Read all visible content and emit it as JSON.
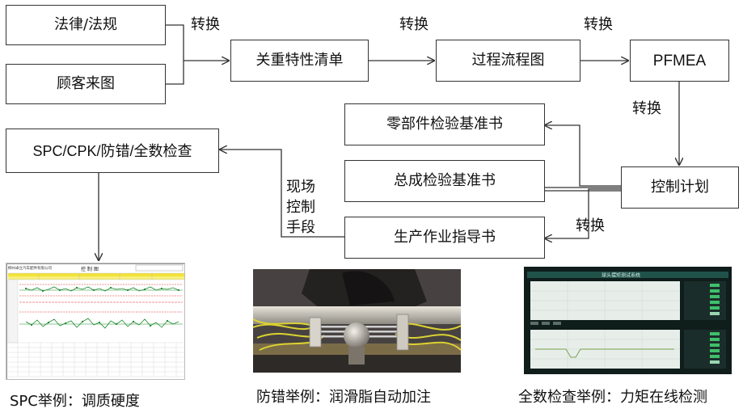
{
  "boxes": {
    "law": "法律/法规",
    "customer": "顾客来图",
    "key_char": "关重特性清单",
    "process_flow": "过程流程图",
    "pfmea": "PFMEA",
    "parts_std": "零部件检验基准书",
    "assy_std": "总成检验基准书",
    "work_instr": "生产作业指导书",
    "control_plan": "控制计划",
    "spc": "SPC/CPK/防错/全数检查"
  },
  "labels": {
    "convert": "转换",
    "onsite_1": "现场",
    "onsite_2": "控制",
    "onsite_3": "手段"
  },
  "captions": {
    "spc": "SPC举例：调质硬度",
    "mistake_proof": "防错举例：润滑脂自动加注",
    "full_inspection": "全数检查举例：力矩在线检测"
  },
  "spc_sheet": {
    "title": "控  制  图",
    "company": "柳州卓立汽车配件有限公司"
  },
  "monitor": {
    "title": "球头摆矩测试系统"
  },
  "colors": {
    "line": "#333333",
    "spc_green": "#1a8a2a",
    "spc_red": "#e02020",
    "spc_yellow": "#f2e33a",
    "screen_bg": "#0f1d1b"
  }
}
